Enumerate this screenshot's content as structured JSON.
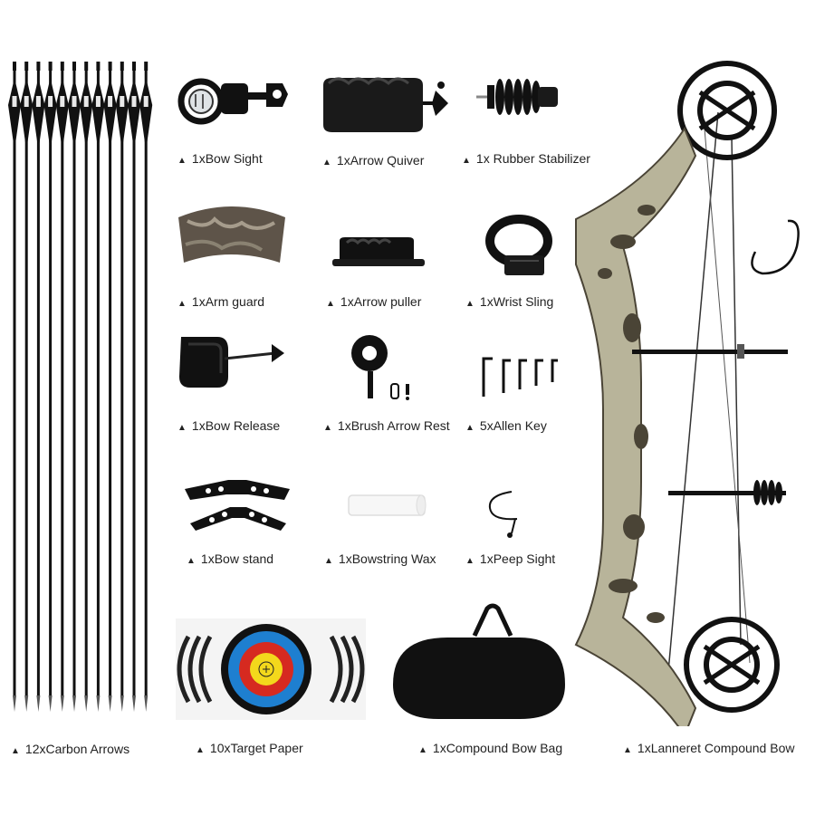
{
  "items": [
    {
      "key": "bow_sight",
      "text": "1xBow Sight"
    },
    {
      "key": "arrow_quiver",
      "text": "1xArrow Quiver"
    },
    {
      "key": "rubber_stabilizer",
      "text": "1x Rubber Stabilizer"
    },
    {
      "key": "arm_guard",
      "text": "1xArm guard"
    },
    {
      "key": "arrow_puller",
      "text": "1xArrow puller"
    },
    {
      "key": "wrist_sling",
      "text": "1xWrist Sling"
    },
    {
      "key": "bow_release",
      "text": "1xBow Release"
    },
    {
      "key": "brush_arrow_rest",
      "text": "1xBrush Arrow Rest"
    },
    {
      "key": "allen_key",
      "text": "5xAllen Key"
    },
    {
      "key": "bow_stand",
      "text": "1xBow stand"
    },
    {
      "key": "bowstring_wax",
      "text": "1xBowstring Wax"
    },
    {
      "key": "peep_sight",
      "text": "1xPeep Sight"
    },
    {
      "key": "carbon_arrows",
      "text": "12xCarbon Arrows"
    },
    {
      "key": "target_paper",
      "text": "10xTarget Paper"
    },
    {
      "key": "compound_bow_bag",
      "text": "1xCompound Bow Bag"
    },
    {
      "key": "compound_bow",
      "text": "1xLanneret Compound Bow"
    }
  ],
  "bullet": "▲",
  "colors": {
    "black": "#111111",
    "camo": "#b8b49a",
    "target_blue": "#1e7fd0",
    "target_red": "#d62a20",
    "target_yellow": "#f3d81c"
  }
}
